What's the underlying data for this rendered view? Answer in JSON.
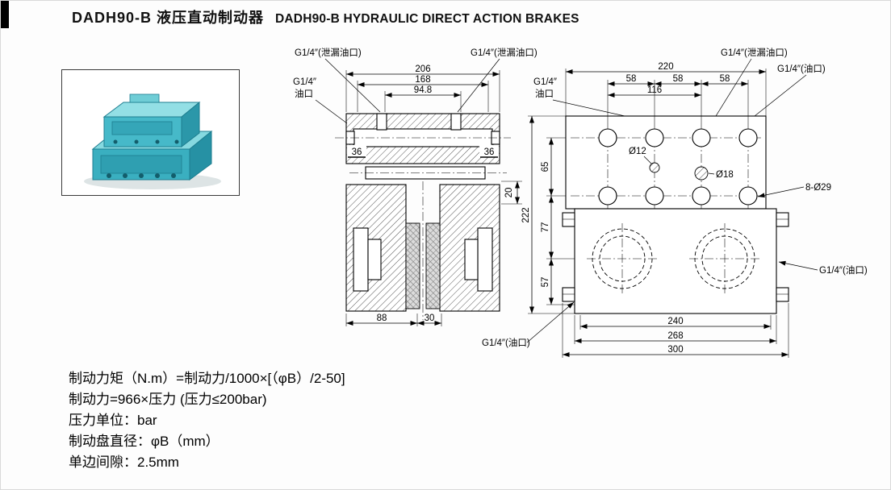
{
  "header": {
    "title_cn": "DADH90-B 液压直动制动器",
    "title_en": "DADH90-B HYDRAULIC DIRECT ACTION BRAKES"
  },
  "section_view": {
    "labels": {
      "leak_port_left": "G1/4″(泄漏油口)",
      "leak_port_right": "G1/4″(泄漏油口)",
      "oil_port_left_line1": "G1/4″",
      "oil_port_left_line2": "油口",
      "oil_port_mid_line1": "G1/4″",
      "oil_port_mid_line2": "油口"
    },
    "dims": {
      "width_total": "206",
      "width_inner": "168",
      "width_ports": "94.8",
      "boss_left": "36",
      "boss_right": "36",
      "step": "20",
      "base_left": "88",
      "base_right": "30"
    }
  },
  "front_view": {
    "labels": {
      "leak_port": "G1/4″(泄漏油口)",
      "oil_port_top": "G1/4″(油口)",
      "oil_port_right": "G1/4″(油口)",
      "oil_port_bottom": "G1/4″(油口)",
      "hole_small": "Ø12",
      "hole_mid": "Ø18",
      "bolt_holes": "8-Ø29"
    },
    "dims": {
      "cols_total": "220",
      "col_gap1": "58",
      "col_gap2": "58",
      "col_gap3": "58",
      "cols_mid": "116",
      "row_gap": "65",
      "height_total": "222",
      "row_to_cyl": "77",
      "cyl_to_bottom": "57",
      "base_inner": "240",
      "base_mid": "268",
      "base_outer": "300"
    }
  },
  "formulas": {
    "line1": "制动力矩（N.m）=制动力/1000×[（φB）/2-50]",
    "line2": "制动力=966×压力 (压力≤200bar)",
    "line3": "压力单位：bar",
    "line4": "制动盘直径：φB（mm）",
    "line5": "单边间隙：2.5mm"
  }
}
